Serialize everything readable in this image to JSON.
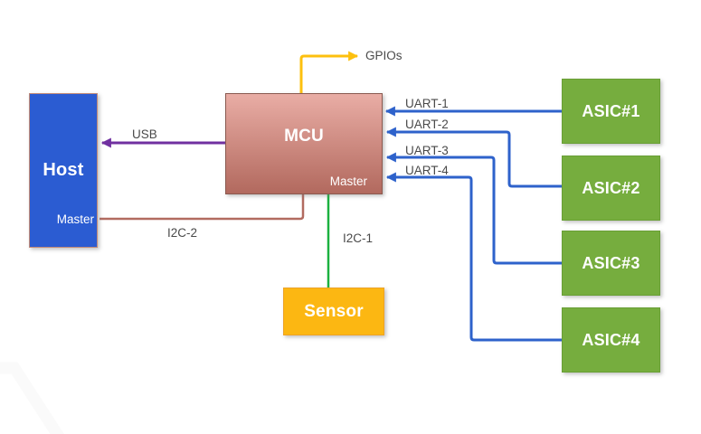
{
  "nodes": {
    "host": {
      "label": "Host",
      "sublabel": "Master",
      "fill": "#2b5cd2",
      "border": "#c18a78"
    },
    "mcu": {
      "label": "MCU",
      "sublabel": "Master",
      "fill_top": "#e9ada5",
      "fill_bottom": "#b2695e",
      "border": "#8a5a50"
    },
    "sensor": {
      "label": "Sensor",
      "fill": "#fcb712",
      "border": "#eda226"
    },
    "asics": [
      {
        "label": "ASIC#1"
      },
      {
        "label": "ASIC#2"
      },
      {
        "label": "ASIC#3"
      },
      {
        "label": "ASIC#4"
      }
    ],
    "asic_style": {
      "fill": "#76ad3e",
      "border": "#699f35"
    }
  },
  "connections": {
    "gpios": {
      "label": "GPIOs",
      "color": "#fdc00f"
    },
    "usb": {
      "label": "USB",
      "color": "#7030a0"
    },
    "uart1": {
      "label": "UART-1",
      "color": "#2e62cb"
    },
    "uart2": {
      "label": "UART-2",
      "color": "#2e62cb"
    },
    "uart3": {
      "label": "UART-3",
      "color": "#2e62cb"
    },
    "uart4": {
      "label": "UART-4",
      "color": "#2e62cb"
    },
    "i2c1": {
      "label": "I2C-1",
      "color": "#1cb140"
    },
    "i2c2": {
      "label": "I2C-2",
      "color": "#b26b60"
    }
  },
  "label_color": "#4a4a4a",
  "background": "#ffffff"
}
